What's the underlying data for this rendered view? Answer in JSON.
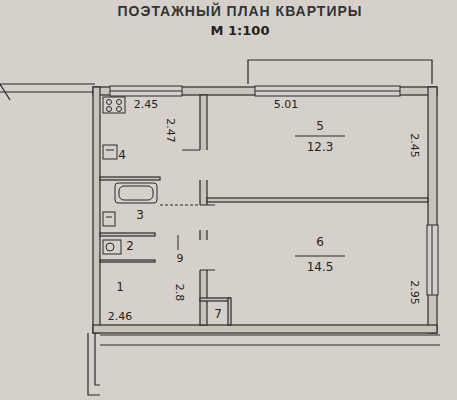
{
  "diagram": {
    "title": "ПОЭТАЖНЫЙ ПЛАН КВАРТИРЫ",
    "nodes": [
      {
        "text": [
          "4"
        ]
      },
      {
        "text": [
          "3"
        ]
      },
      {
        "text": [
          "2"
        ]
      },
      {
        "text": [
          "1"
        ]
      },
      {
        "text": [
          "7"
        ]
      },
      {
        "text": [
          "5",
          "12.3"
        ]
      },
      {
        "text": [
          "6",
          "14.5"
        ]
      }
    ],
    "labels": [
      "М 1:100",
      "2.45",
      "2.47",
      "9",
      "2.8",
      "2.46",
      "5.01",
      "2.45",
      "2.95"
    ]
  }
}
